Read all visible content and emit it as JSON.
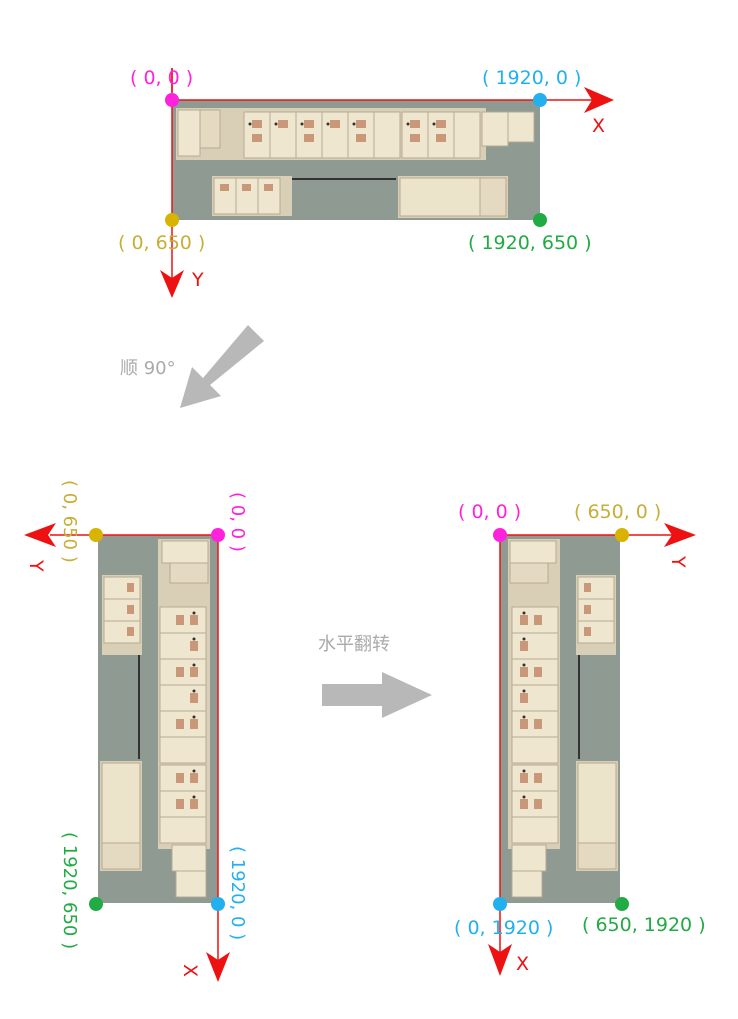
{
  "colors": {
    "magenta": "#ff22dd",
    "cyan": "#22b0ee",
    "yellow": "#d8b400",
    "yellow_text": "#c8ae38",
    "green": "#22aa44",
    "axis_red": "#ee1111",
    "floor": "#8f9a93",
    "room": "#e7dcc4",
    "arrow_gray": "#b8b8b8"
  },
  "top_diagram": {
    "origin": "( 0, 0 )",
    "top_right": "( 1920, 0 )",
    "bottom_left": "( 0, 650 )",
    "bottom_right": "( 1920, 650 )",
    "x_axis": "X",
    "y_axis": "Y"
  },
  "rotate_step": {
    "label": "顺 90°",
    "icon": "diagonal-down-left-arrow-icon"
  },
  "rotated_diagram": {
    "corner_top_left": "( 0, 650 )",
    "corner_top_right": "( 0, 0 )",
    "corner_bottom_left": "( 1920, 650 )",
    "corner_bottom_right": "( 1920, 0 )",
    "x_axis": "X",
    "y_axis": "Y"
  },
  "flip_step": {
    "label": "水平翻转",
    "icon": "right-arrow-icon"
  },
  "flipped_diagram": {
    "origin": "( 0, 0 )",
    "top_right": "( 650, 0 )",
    "bottom_left": "( 0, 1920 )",
    "bottom_right": "( 650, 1920 )",
    "x_axis": "X",
    "y_axis": "Y"
  }
}
